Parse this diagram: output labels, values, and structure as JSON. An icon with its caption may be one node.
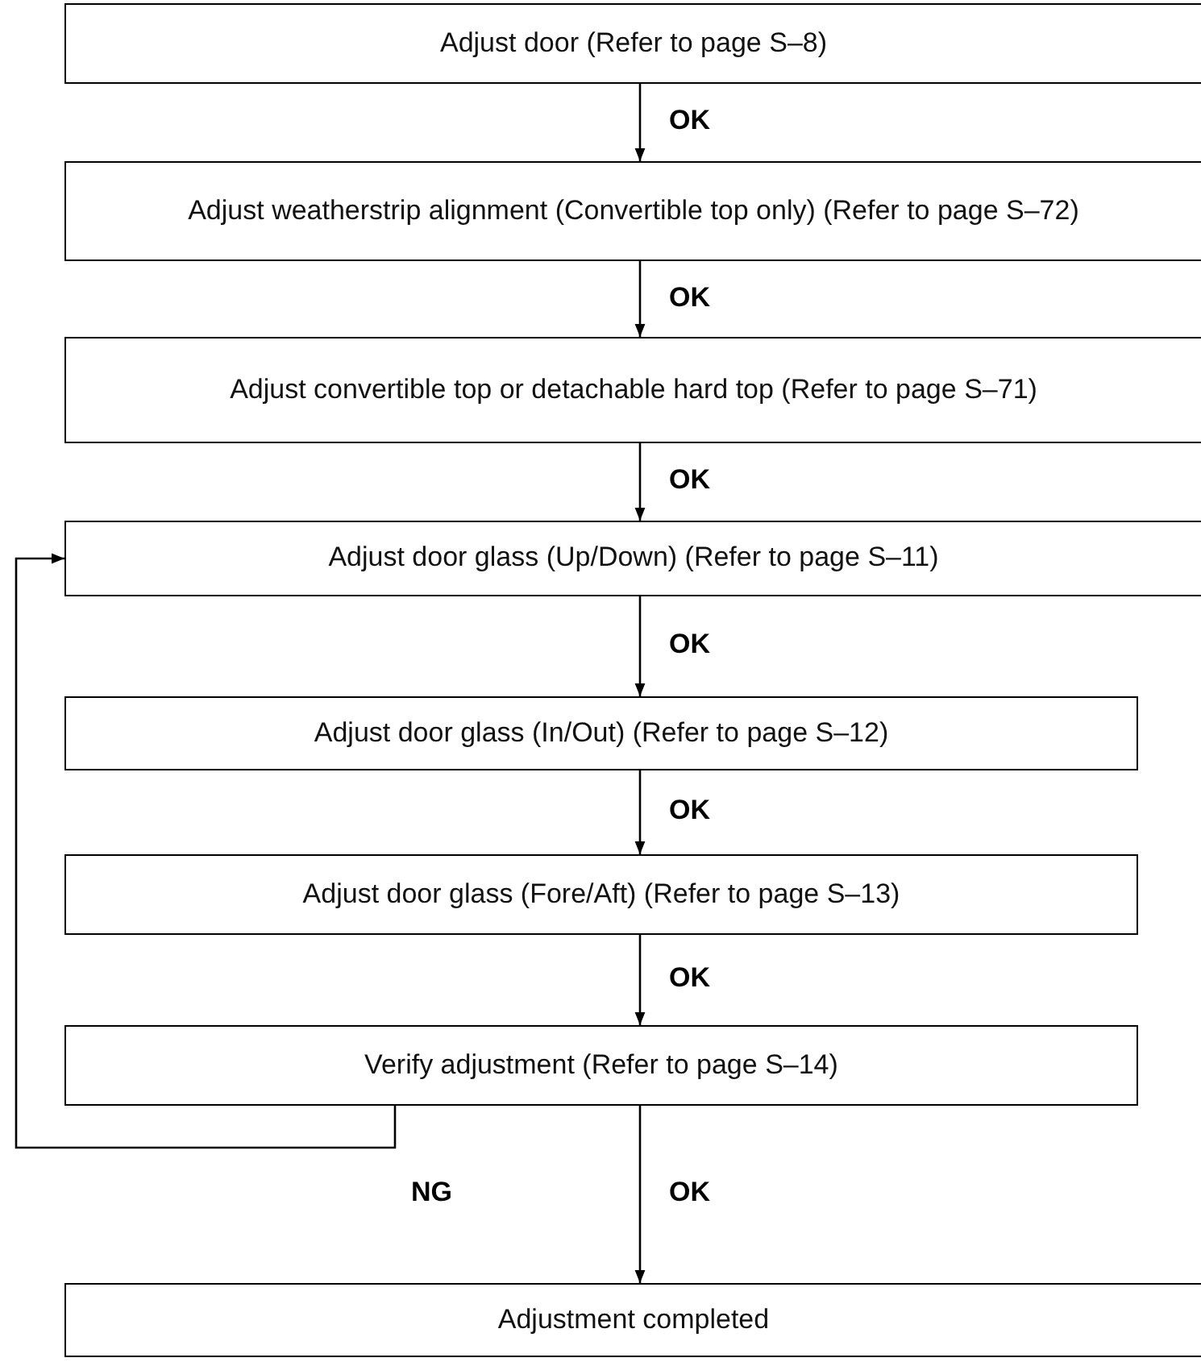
{
  "diagram": {
    "nodes": [
      {
        "text": [
          "Adjust door (Refer to page S–8)"
        ]
      },
      {
        "text": [
          "Adjust weatherstrip alignment (Convertible top only) (Refer to page S–72)"
        ]
      },
      {
        "text": [
          "Adjust convertible top or detachable hard top (Refer to page S–71)"
        ]
      },
      {
        "text": [
          "Adjust door glass (Up/Down) (Refer to page S–11)"
        ]
      },
      {
        "text": [
          "Adjust door glass (In/Out) (Refer to page S–12)"
        ]
      },
      {
        "text": [
          "Adjust door glass (Fore/Aft) (Refer to page S–13)"
        ]
      },
      {
        "text": [
          "Verify adjustment (Refer to page S–14)"
        ]
      },
      {
        "text": [
          "Adjustment completed"
        ]
      }
    ],
    "edges": [
      {
        "from": 0,
        "to": 1,
        "arrow": "to",
        "label": "OK"
      },
      {
        "from": 1,
        "to": 2,
        "arrow": "to",
        "label": "OK"
      },
      {
        "from": 2,
        "to": 3,
        "arrow": "to",
        "label": "OK"
      },
      {
        "from": 3,
        "to": 4,
        "arrow": "to",
        "label": "OK"
      },
      {
        "from": 4,
        "to": 5,
        "arrow": "to",
        "label": "OK"
      },
      {
        "from": 5,
        "to": 6,
        "arrow": "to",
        "label": "OK"
      },
      {
        "from": 6,
        "to": 7,
        "arrow": "to",
        "label": "OK"
      },
      {
        "from": 6,
        "to": 3,
        "arrow": "to",
        "label": "NG"
      }
    ]
  }
}
